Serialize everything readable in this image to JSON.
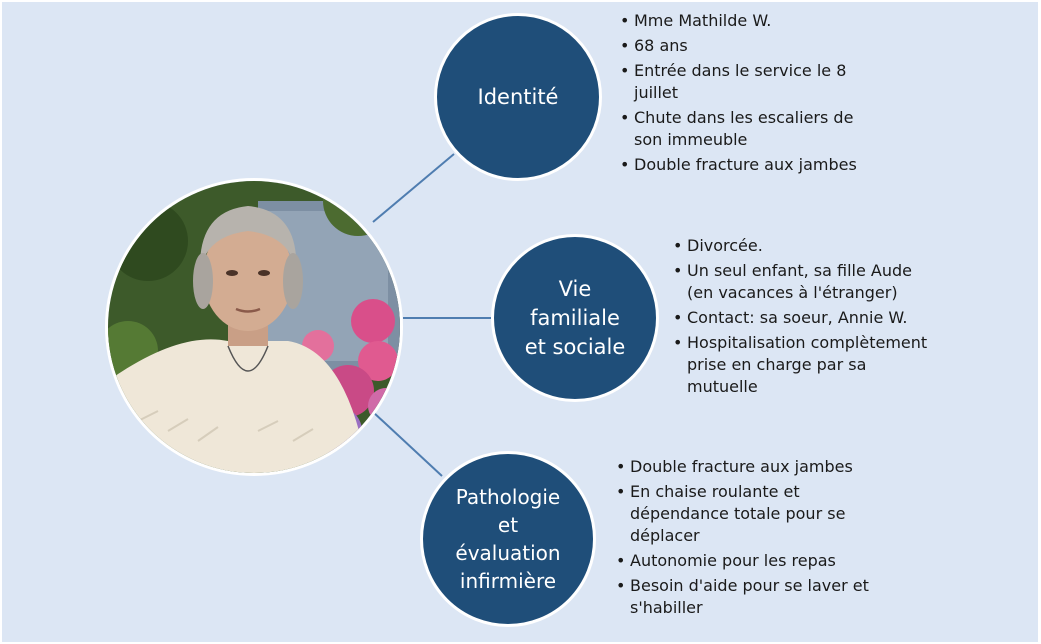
{
  "colors": {
    "background": "#dce6f4",
    "node_fill": "#1f4e79",
    "connector": "#4f7db0"
  },
  "photo": {
    "subject": "portrait-of-elderly-woman"
  },
  "nodes": [
    {
      "id": "identite",
      "lines": [
        "Identité"
      ],
      "bullets": [
        "Mme Mathilde W.",
        "68 ans",
        "Entrée dans le service le 8 juillet",
        "Chute dans les escaliers de son immeuble",
        "Double fracture aux jambes"
      ]
    },
    {
      "id": "vie",
      "lines": [
        "Vie",
        "familiale",
        "et sociale"
      ],
      "bullets": [
        "Divorcée.",
        "Un seul enfant, sa fille Aude (en vacances à l'étranger)",
        "Contact: sa soeur, Annie W.",
        "Hospitalisation complètement prise en charge par sa mutuelle"
      ]
    },
    {
      "id": "patho",
      "lines": [
        "Pathologie",
        "et",
        "évaluation",
        "infirmière"
      ],
      "bullets": [
        "Double fracture aux jambes",
        "En chaise roulante et dépendance totale pour se déplacer",
        "Autonomie pour les repas",
        "Besoin d'aide pour se laver et s'habiller"
      ]
    }
  ]
}
